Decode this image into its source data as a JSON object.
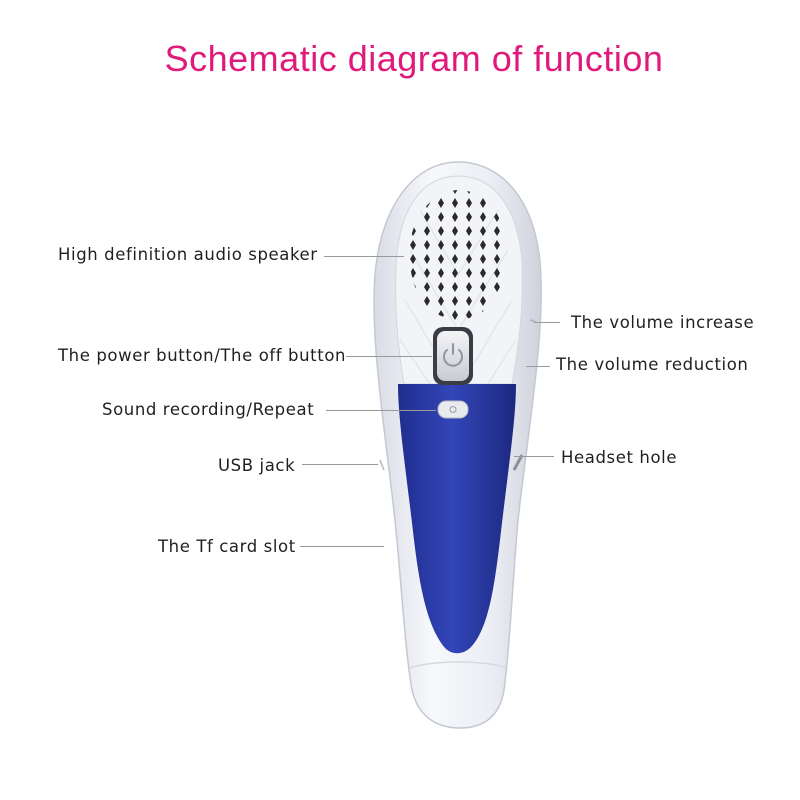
{
  "title": "Schematic diagram of function",
  "labels": {
    "speaker": "High definition audio speaker",
    "power": "The power button/The off button",
    "recording": "Sound recording/Repeat",
    "usb": "USB jack",
    "tf_card": "The Tf card slot",
    "volume_up": "The volume increase",
    "volume_down": "The volume reduction",
    "headset": "Headset hole"
  },
  "colors": {
    "title": "#e0197a",
    "body_blue": "#2a3aa8",
    "shell": "#eef0f5",
    "text": "#1f1f1f"
  },
  "icons": {
    "power_button": "power-icon"
  }
}
